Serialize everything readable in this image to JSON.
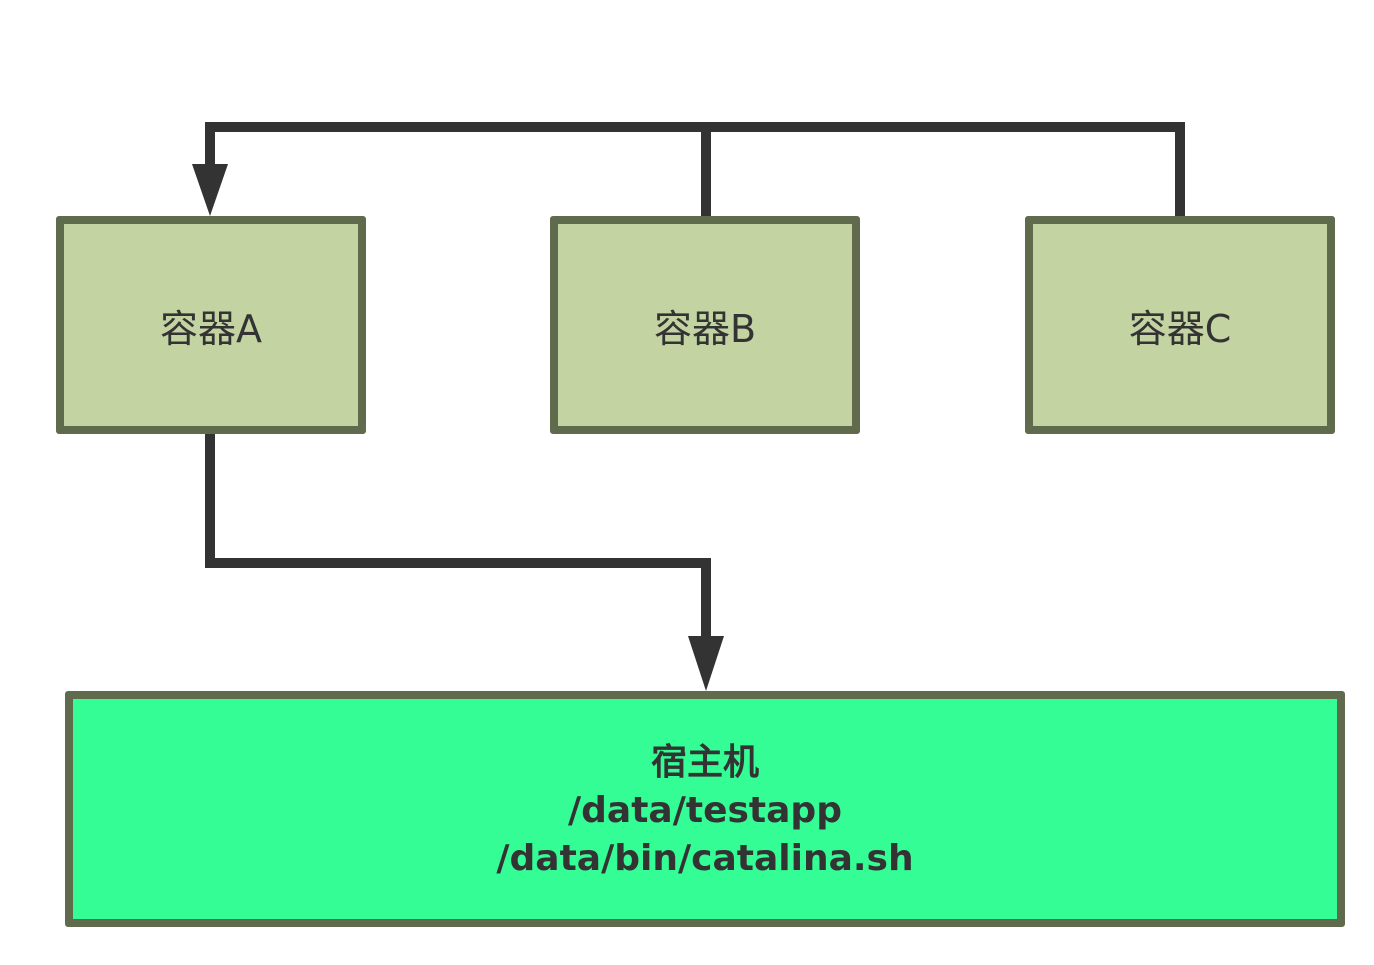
{
  "containers": [
    {
      "label": "容器A"
    },
    {
      "label": "容器B"
    },
    {
      "label": "容器C"
    }
  ],
  "host": {
    "title": "宿主机",
    "paths": [
      "/data/testapp",
      "/data/bin/catalina.sh"
    ]
  },
  "colors": {
    "container_fill": "#c3d3a2",
    "box_border": "#606a4d",
    "host_fill": "#35fd95",
    "connector": "#333333",
    "text": "#333333"
  }
}
